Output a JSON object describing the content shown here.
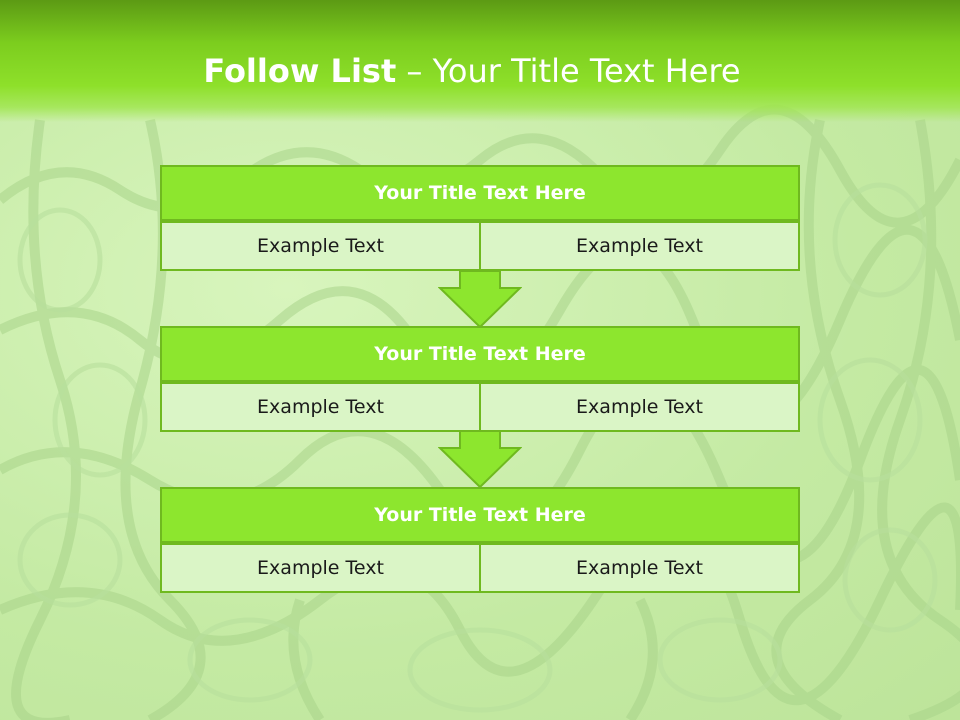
{
  "slide": {
    "title_bold": "Follow List",
    "title_rest": " – Your Title Text Here"
  },
  "blocks": [
    {
      "title": "Your Title Text Here",
      "left": "Example Text",
      "right": "Example Text"
    },
    {
      "title": "Your Title Text Here",
      "left": "Example Text",
      "right": "Example Text"
    },
    {
      "title": "Your Title Text Here",
      "left": "Example Text",
      "right": "Example Text"
    }
  ],
  "colors": {
    "header_fill": "#8de62e",
    "border": "#6fb91f",
    "cell_fill": "#daf5c6",
    "title_bar": "#7ccd1e"
  },
  "icons": [
    "down-arrow-icon"
  ]
}
